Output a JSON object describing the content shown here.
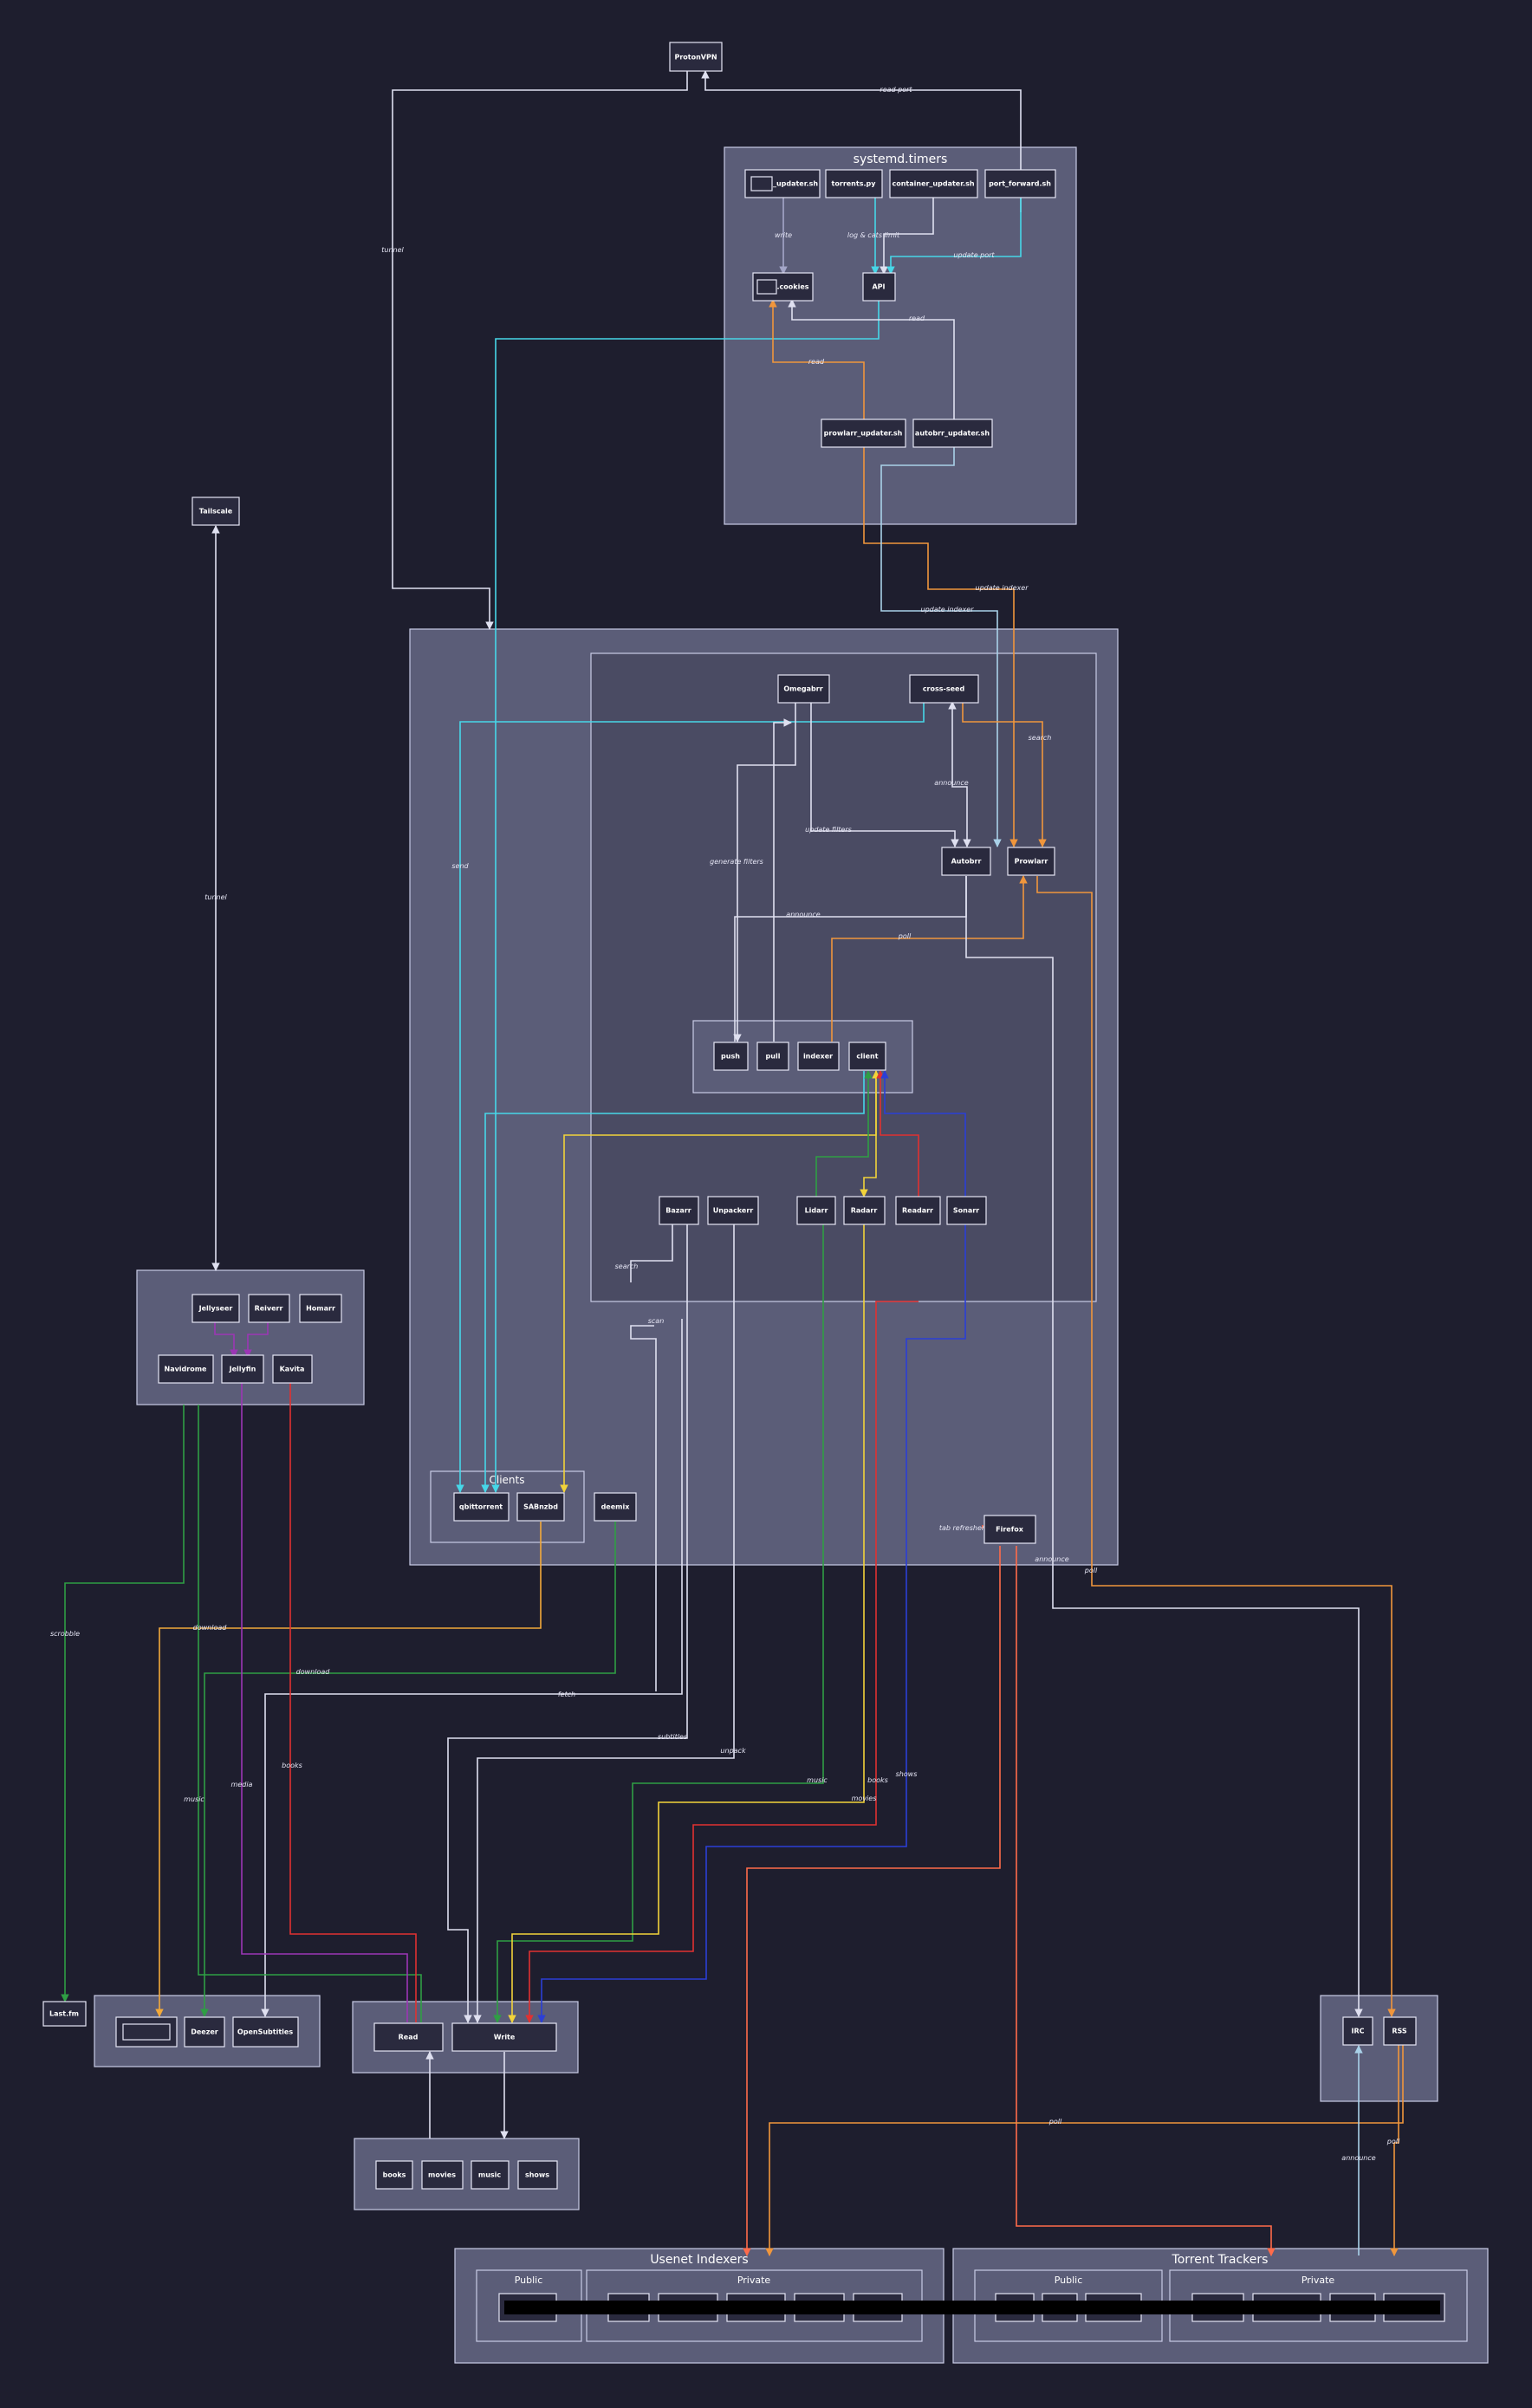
{
  "groups": {
    "systemd": "systemd.timers",
    "clients": "Clients",
    "usenet": "Usenet Indexers",
    "trackers": "Torrent Trackers",
    "usenet_public": "Public",
    "usenet_private": "Private",
    "trackers_public": "Public",
    "trackers_private": "Private"
  },
  "nodes": {
    "protonvpn": "ProtonVPN",
    "tailscale": "Tailscale",
    "updater_sh": "_updater.sh",
    "torrents_py": "torrents.py",
    "container_updater": "container_updater.sh",
    "port_forward": "port_forward.sh",
    "cookies": ".cookies",
    "api": "API",
    "prowlarr_updater": "prowlarr_updater.sh",
    "autobrr_updater": "autobrr_updater.sh",
    "omegabrr": "Omegabrr",
    "cross_seed": "cross-seed",
    "autobrr": "Autobrr",
    "prowlarr": "Prowlarr",
    "push": "push",
    "pull": "pull",
    "indexer": "indexer",
    "client": "client",
    "bazarr": "Bazarr",
    "unpackerr": "Unpackerr",
    "lidarr": "Lidarr",
    "radarr": "Radarr",
    "readarr": "Readarr",
    "sonarr": "Sonarr",
    "qbittorrent": "qbittorrent",
    "sabnzbd": "SABnzbd",
    "deemix": "deemix",
    "firefox": "Firefox",
    "jellyseer": "Jellyseer",
    "reiverr": "Reiverr",
    "homarr": "Homarr",
    "navidrome": "Navidrome",
    "jellyfin": "Jellyfin",
    "kavita": "Kavita",
    "lastfm": "Last.fm",
    "deezer": "Deezer",
    "opensubtitles": "OpenSubtitles",
    "read": "Read",
    "write": "Write",
    "books": "books",
    "movies": "movies",
    "music": "music",
    "shows": "shows",
    "irc": "IRC",
    "rss": "RSS"
  },
  "edge_labels": {
    "read_port": "read port",
    "tunnel_top": "tunnel",
    "tunnel_left": "tunnel",
    "write": "write",
    "log_cats": "log & cats limit",
    "update_port": "update port",
    "read": "read",
    "read2": "read",
    "update_indexer_1": "update indexer",
    "update_indexer_2": "update indexer",
    "send": "send",
    "search": "search",
    "announce_1": "announce",
    "update_filters": "update filters",
    "generate_filters": "generate filters",
    "announce_2": "announce",
    "poll_1": "poll",
    "search_2": "search",
    "scan": "scan",
    "tab_refresher": "tab refresher",
    "announce_3": "announce",
    "poll_2": "poll",
    "scrobble": "scrobble",
    "download_1": "download",
    "download_2": "download",
    "fetch": "fetch",
    "subtitles": "subtitles",
    "unpack": "unpack",
    "music": "music",
    "movies": "movies",
    "books": "books",
    "shows": "shows",
    "music_left": "music",
    "media": "media",
    "books_left": "books",
    "poll_3": "poll",
    "poll_4": "poll",
    "announce_4": "announce"
  },
  "edge_colors": {
    "white": "#dfe0f0",
    "cyan": "#47d7e8",
    "orange": "#f0963c",
    "green": "#2f9e44",
    "yellow": "#f2d33a",
    "red": "#e03131",
    "blue": "#2b3fd6",
    "purple": "#9c36b5",
    "coral": "#ff6b4a",
    "lightblue": "#a9d1e8"
  }
}
